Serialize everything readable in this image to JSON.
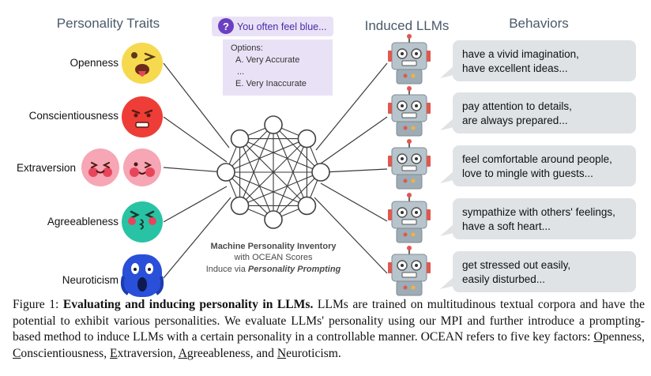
{
  "headers": {
    "traits": "Personality Traits",
    "llms": "Induced LLMs",
    "behaviors": "Behaviors"
  },
  "question": {
    "icon": "?",
    "text": "You often feel blue...",
    "options_label": "Options:",
    "option_a": "A. Very Accurate",
    "option_dots": "...",
    "option_e": "E. Very Inaccurate"
  },
  "traits": [
    "Openness",
    "Conscientiousness",
    "Extraversion",
    "Agreeableness",
    "Neuroticism"
  ],
  "network": {
    "line1": "Machine Personality Inventory",
    "line2": "with OCEAN Scores",
    "line3_prefix": "Induce via ",
    "line3_em": "Personality Prompting"
  },
  "behaviors": [
    [
      "have a vivid imagination,",
      "have excellent ideas..."
    ],
    [
      "pay attention to details,",
      "are always prepared..."
    ],
    [
      "feel comfortable around people,",
      "love to mingle with guests..."
    ],
    [
      "sympathize with others' feelings,",
      "have a soft heart..."
    ],
    [
      "get stressed out easily,",
      "easily disturbed..."
    ]
  ],
  "caption": {
    "label": "Figure 1:",
    "bold": "Evaluating and inducing personality in LLMs.",
    "text1": "LLMs are trained on multitudinous textual corpora and have the potential to exhibit various personalities. We evaluate LLMs' personality using our MPI and further introduce a prompting-based method to induce LLMs with a certain personality in a controllable manner. OCEAN refers to five key factors:",
    "factors": [
      {
        "initial": "O",
        "rest": "penness"
      },
      {
        "initial": "C",
        "rest": "onscientiousness"
      },
      {
        "initial": "E",
        "rest": "xtraversion"
      },
      {
        "initial": "A",
        "rest": "greeableness"
      },
      {
        "initial": "N",
        "rest": "euroticism"
      }
    ]
  },
  "colors": {
    "header": "#4a5a6a",
    "emoji_yellow": "#f6d94e",
    "emoji_red": "#ee3d37",
    "emoji_pink": "#f6a6b4",
    "emoji_teal": "#28c3a4",
    "emoji_blue": "#2a4fd8",
    "bubble": "#dfe3e6",
    "purple_box": "#e9e2f6",
    "purple_icon": "#6a3fc2",
    "node_stroke": "#404040",
    "robot_body": "#b7c4cc",
    "robot_accent": "#e0584e"
  }
}
